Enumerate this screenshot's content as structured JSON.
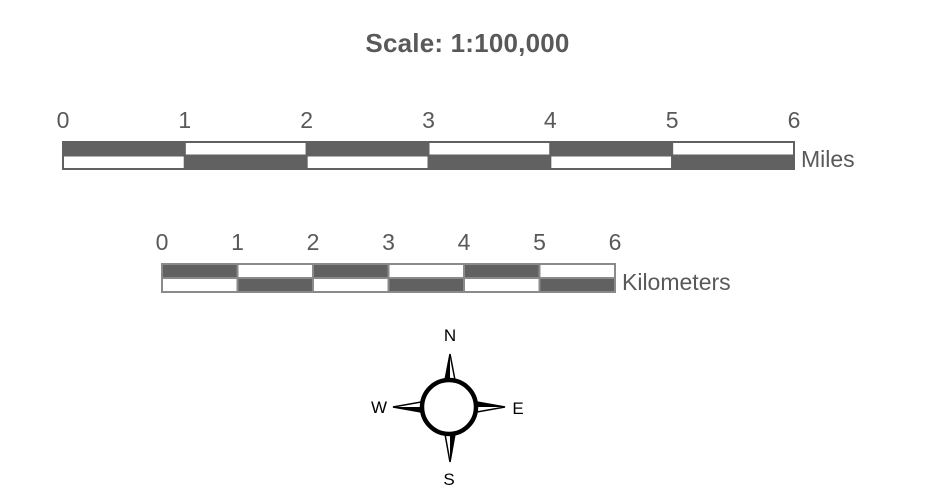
{
  "title": "Scale: 1:100,000",
  "colors": {
    "text": "#595959",
    "bar_dark": "#616161",
    "bar_light": "#ffffff",
    "bar_outline_miles": "#616161",
    "bar_outline_km": "#8a8a8a",
    "compass": "#000000"
  },
  "scale_bars": [
    {
      "unit": "Miles",
      "ticks": [
        "0",
        "1",
        "2",
        "3",
        "4",
        "5",
        "6"
      ]
    },
    {
      "unit": "Kilometers",
      "ticks": [
        "0",
        "1",
        "2",
        "3",
        "4",
        "5",
        "6"
      ]
    }
  ],
  "compass": {
    "north": "N",
    "south": "S",
    "east": "E",
    "west": "W"
  }
}
